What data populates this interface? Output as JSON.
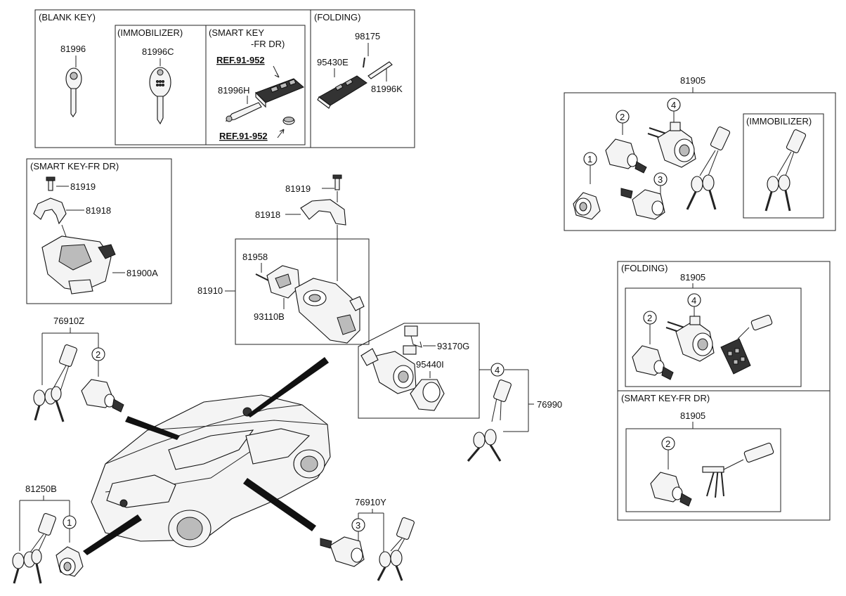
{
  "sections": {
    "blank_key": "(BLANK KEY)",
    "immobilizer": "(IMMOBILIZER)",
    "smart_key_line1": "(SMART KEY",
    "smart_key_line2": "-FR DR)",
    "folding": "(FOLDING)",
    "smart_key_fr_dr": "(SMART KEY-FR DR)",
    "immobilizer_right": "(IMMOBILIZER)",
    "folding_right": "(FOLDING)",
    "smart_key_fr_dr_right": "(SMART KEY-FR DR)"
  },
  "refs": {
    "ref_a": "REF.91-952",
    "ref_b": "REF.91-952"
  },
  "parts": {
    "p81996": "81996",
    "p81996C": "81996C",
    "p81996H": "81996H",
    "p98175": "98175",
    "p95430E": "95430E",
    "p81996K": "81996K",
    "p81919_left": "81919",
    "p81918_left": "81918",
    "p81900A": "81900A",
    "p81919_center": "81919",
    "p81918_center": "81918",
    "p81958": "81958",
    "p81910": "81910",
    "p93110B": "93110B",
    "p93170G": "93170G",
    "p95440I": "95440I",
    "p76990": "76990",
    "p76910Z": "76910Z",
    "p81250B": "81250B",
    "p76910Y": "76910Y",
    "p81905_top": "81905",
    "p81905_folding": "81905",
    "p81905_smart": "81905"
  },
  "callouts": {
    "one": "1",
    "two": "2",
    "three": "3",
    "four": "4"
  }
}
